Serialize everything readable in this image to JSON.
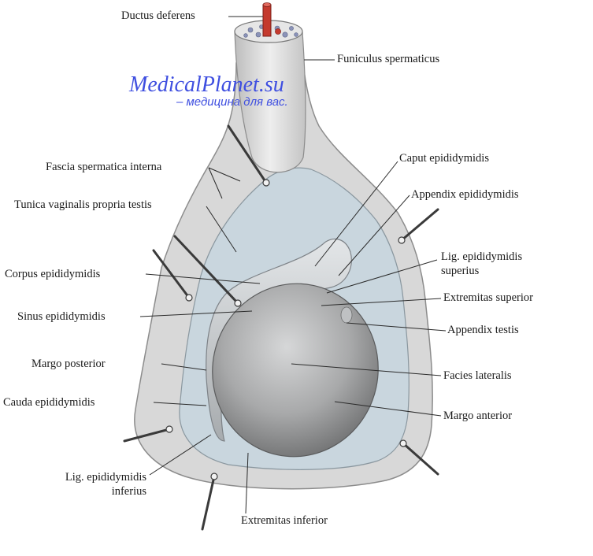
{
  "watermark": {
    "site": "MedicalPlanet.su",
    "tagline": "– медицина для вас."
  },
  "labels": {
    "ductus_deferens": "Ductus deferens",
    "funiculus_spermaticus": "Funiculus spermaticus",
    "fascia_spermatica_interna": "Fascia spermatica interna",
    "tunica_vaginalis": "Tunica vaginalis propria testis",
    "caput_epididymidis": "Caput epididymidis",
    "appendix_epididymidis": "Appendix epididymidis",
    "lig_epididymidis_superius_1": "Lig. epididymidis",
    "lig_epididymidis_superius_2": "superius",
    "corpus_epididymidis": "Corpus epididymidis",
    "extremitas_superior": "Extremitas superior",
    "sinus_epididymidis": "Sinus epididymidis",
    "appendix_testis": "Appendix testis",
    "margo_posterior": "Margo posterior",
    "facies_lateralis": "Facies lateralis",
    "cauda_epididymidis": "Cauda epididymidis",
    "margo_anterior": "Margo anterior",
    "lig_epididymidis_inferius_1": "Lig. epididymidis",
    "lig_epididymidis_inferius_2": "inferius",
    "extremitas_inferior": "Extremitas inferior"
  },
  "colors": {
    "tissue": "#dcdcdc",
    "tunica": "#c7d3da",
    "testis": "#a9aaab",
    "duct": "#c43a2e",
    "watermark": "#3f4fe0",
    "leader": "#2a2a2a"
  }
}
